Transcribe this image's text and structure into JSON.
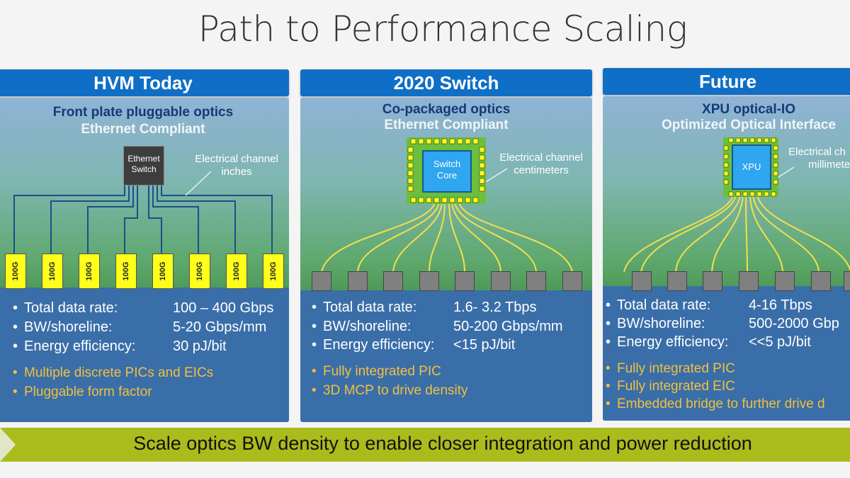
{
  "title": "Path to Performance Scaling",
  "columns": [
    {
      "header": "HVM Today",
      "sub1": "Front plate pluggable optics",
      "sub2": "Ethernet Compliant",
      "chip": [
        "Ethernet",
        "Switch"
      ],
      "channel": [
        "Electrical channel",
        "inches"
      ],
      "module_label": "100G",
      "stats": [
        {
          "label": "Total data rate:",
          "value": "100 – 400 Gbps"
        },
        {
          "label": "BW/shoreline:",
          "value": "5-20 Gbps/mm"
        },
        {
          "label": "Energy efficiency:",
          "value": "30 pJ/bit"
        }
      ],
      "bullets": [
        "Multiple discrete PICs and EICs",
        "Pluggable form factor"
      ]
    },
    {
      "header": "2020 Switch",
      "sub1": "Co-packaged optics",
      "sub2": "Ethernet Compliant",
      "chip": [
        "Switch",
        "Core"
      ],
      "channel": [
        "Electrical channel",
        "centimeters"
      ],
      "stats": [
        {
          "label": "Total data rate:",
          "value": "1.6- 3.2 Tbps"
        },
        {
          "label": "BW/shoreline:",
          "value": "50-200 Gbps/mm"
        },
        {
          "label": "Energy efficiency:",
          "value": "<15 pJ/bit"
        }
      ],
      "bullets": [
        "Fully integrated PIC",
        "3D MCP to drive density"
      ]
    },
    {
      "header": "Future",
      "sub1": "XPU optical-IO",
      "sub2": "Optimized Optical Interface",
      "chip": [
        "XPU"
      ],
      "channel": [
        "Electrical ch",
        "millimete"
      ],
      "stats": [
        {
          "label": "Total data rate:",
          "value": "4-16 Tbps"
        },
        {
          "label": "BW/shoreline:",
          "value": "500-2000 Gbp"
        },
        {
          "label": "Energy efficiency:",
          "value": "<<5 pJ/bit"
        }
      ],
      "bullets": [
        "Fully integrated PIC",
        "Fully integrated EIC",
        "Embedded bridge to further drive d"
      ]
    }
  ],
  "banner": "Scale optics BW density to enable closer integration and power reduction",
  "colors": {
    "header_blue": "#0f6fc6",
    "lower_blue": "#3a6ea8",
    "bullet_gold": "#f0c040",
    "module_yellow": "#ffff1a",
    "banner_green": "#a9bc1c"
  }
}
